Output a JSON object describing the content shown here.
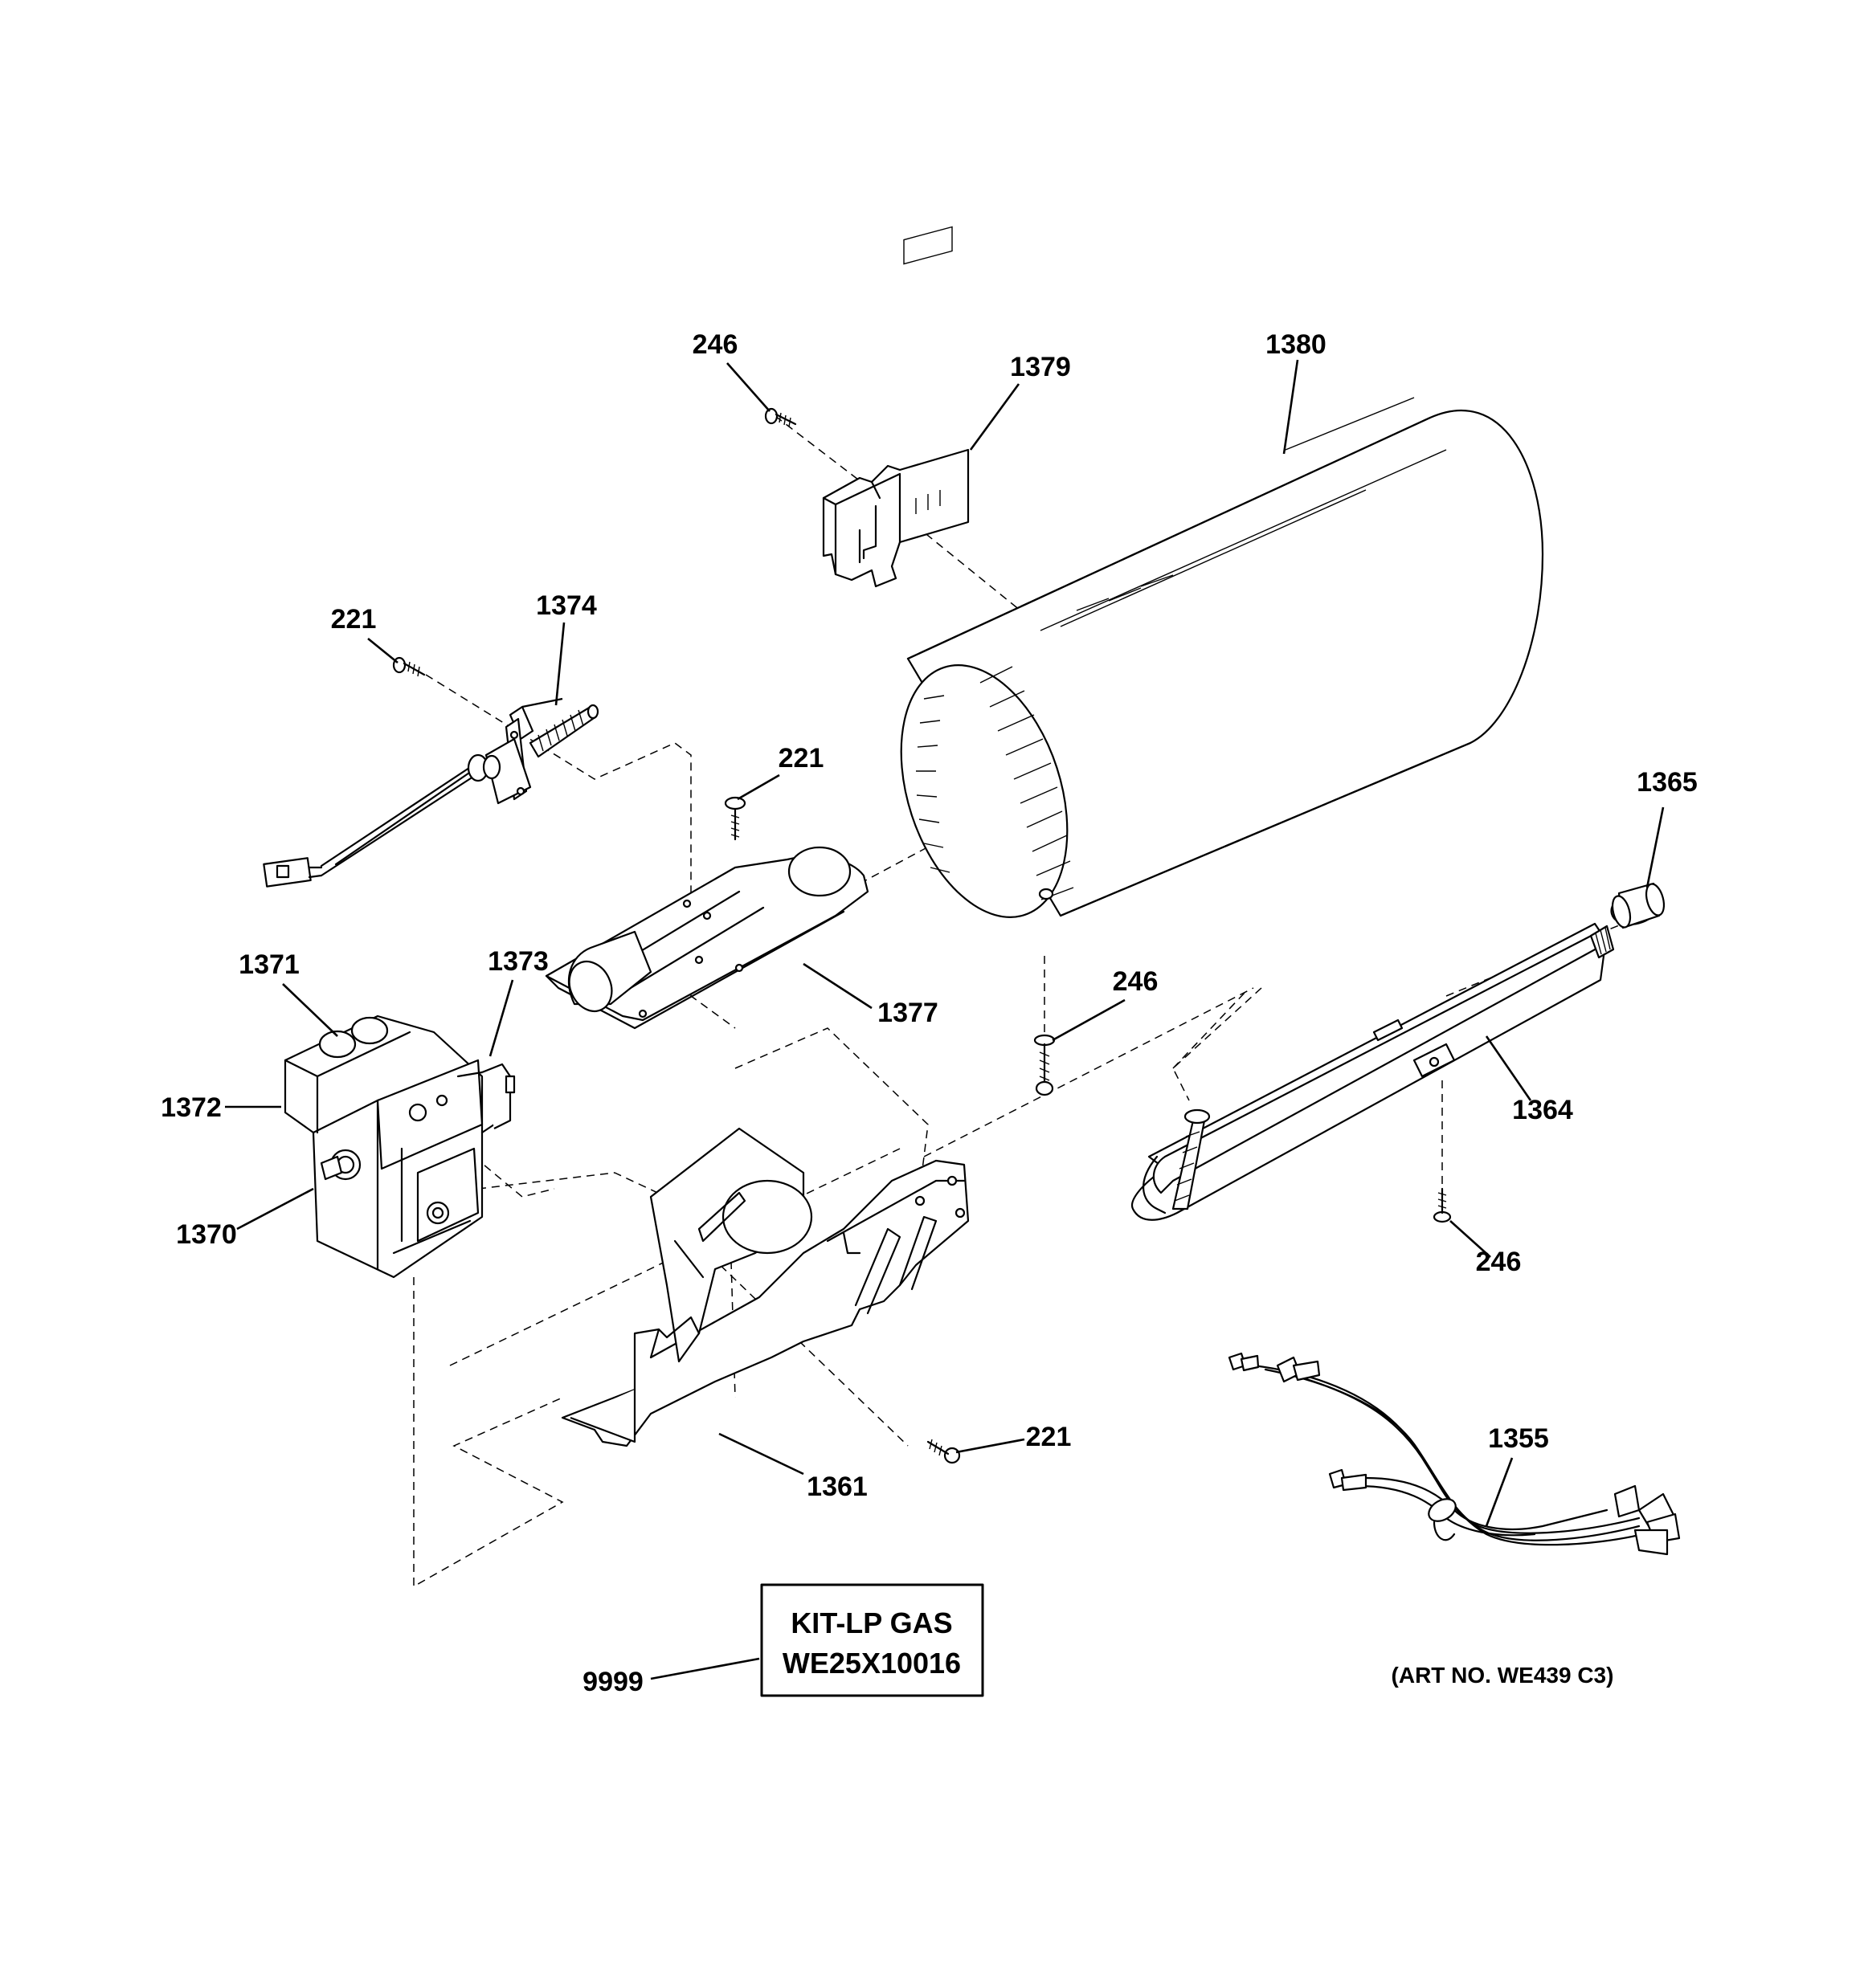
{
  "diagram": {
    "callouts": [
      {
        "id": "246-a",
        "label": "246"
      },
      {
        "id": "1379",
        "label": "1379"
      },
      {
        "id": "1380",
        "label": "1380"
      },
      {
        "id": "221-a",
        "label": "221"
      },
      {
        "id": "1374",
        "label": "1374"
      },
      {
        "id": "221-b",
        "label": "221"
      },
      {
        "id": "1365",
        "label": "1365"
      },
      {
        "id": "1371",
        "label": "1371"
      },
      {
        "id": "1373",
        "label": "1373"
      },
      {
        "id": "1377",
        "label": "1377"
      },
      {
        "id": "246-b",
        "label": "246"
      },
      {
        "id": "1372",
        "label": "1372"
      },
      {
        "id": "1364",
        "label": "1364"
      },
      {
        "id": "1370",
        "label": "1370"
      },
      {
        "id": "246-c",
        "label": "246"
      },
      {
        "id": "1355",
        "label": "1355"
      },
      {
        "id": "221-c",
        "label": "221"
      },
      {
        "id": "1361",
        "label": "1361"
      },
      {
        "id": "9999",
        "label": "9999"
      }
    ],
    "kit_box": {
      "line1": "KIT-LP GAS",
      "line2": "WE25X10016"
    },
    "art_number": "(ART NO. WE439 C3)"
  }
}
